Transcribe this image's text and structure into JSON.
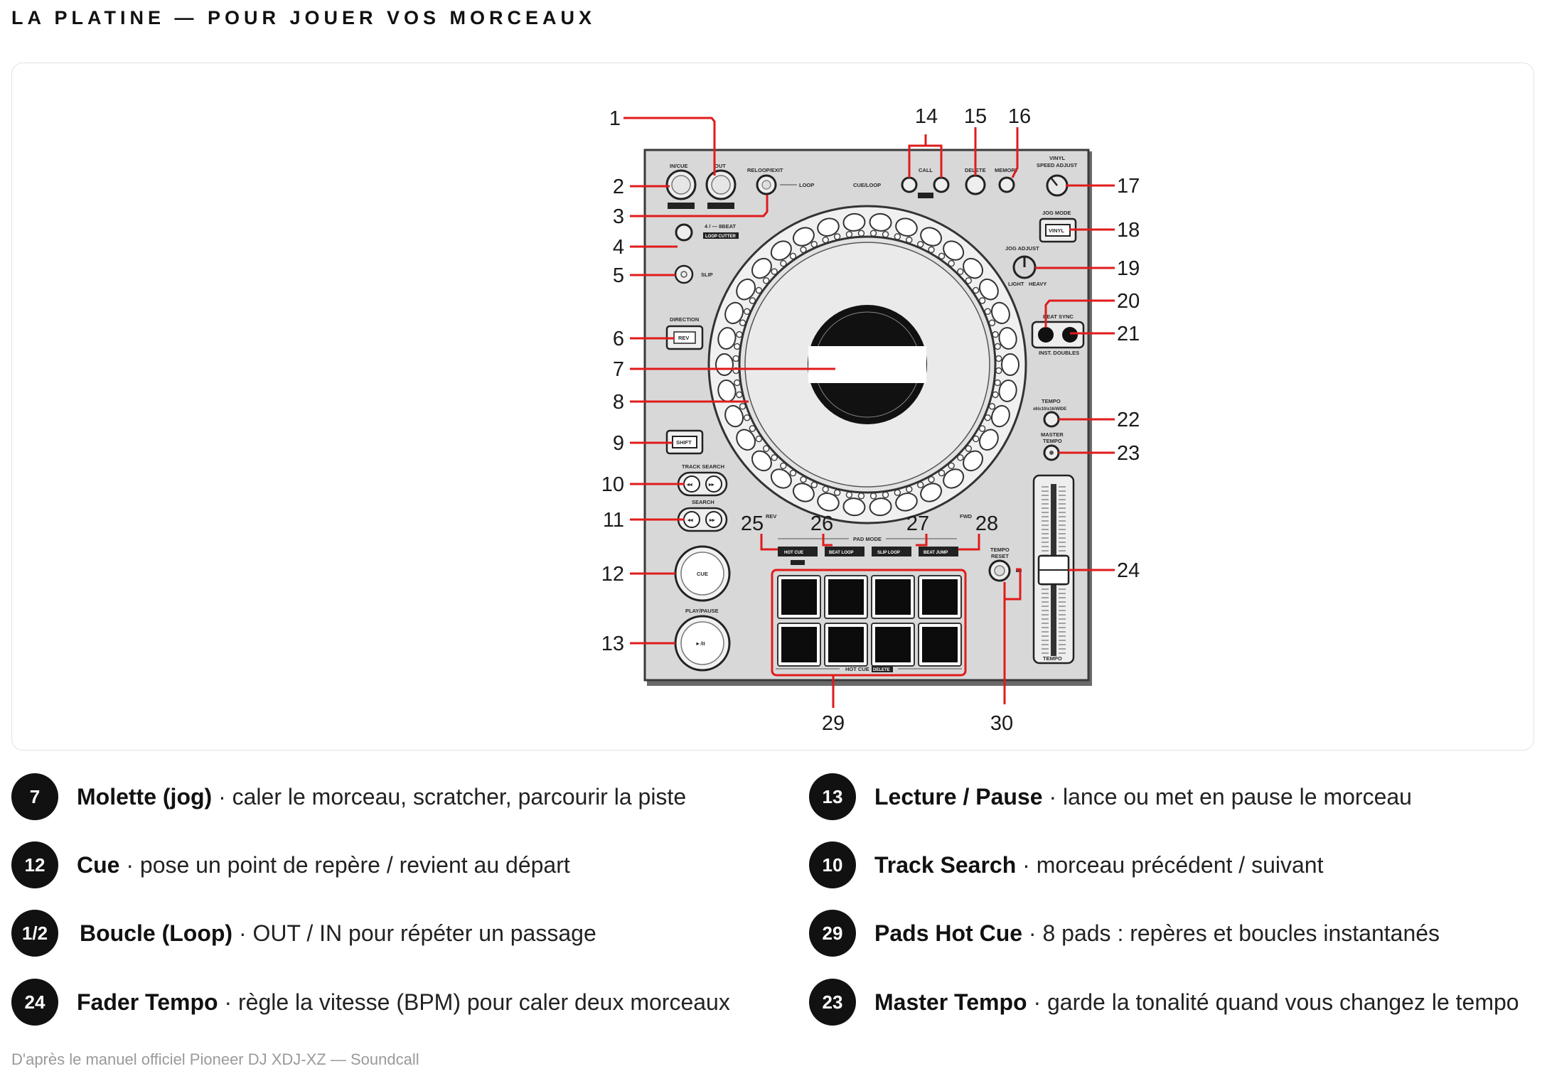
{
  "page": {
    "title": "LA PLATINE — POUR JOUER VOS MORCEAUX",
    "footer": "D'après le manuel officiel Pioneer DJ XDJ-XZ — Soundcall"
  },
  "colors": {
    "callout": "#e01b1b",
    "badge": "#111111",
    "panel": "#d9d9d9"
  },
  "diagram": {
    "callout_numbers": [
      "1",
      "2",
      "3",
      "4",
      "5",
      "6",
      "7",
      "8",
      "9",
      "10",
      "11",
      "12",
      "13",
      "14",
      "15",
      "16",
      "17",
      "18",
      "19",
      "20",
      "21",
      "22",
      "23",
      "24",
      "25",
      "26",
      "27",
      "28",
      "29",
      "30"
    ],
    "panel_labels": {
      "in_cue": "IN/CUE",
      "out": "OUT",
      "reloop": "RELOOP/EXIT",
      "loop": "LOOP",
      "cue_loop": "CUE/LOOP",
      "call": "CALL",
      "delete": "DELETE",
      "memory": "MEMORY",
      "vinyl_speed": "VINYL",
      "vinyl_speed2": "SPEED ADJUST",
      "jog_mode": "JOG MODE",
      "vinyl": "VINYL",
      "jog_adjust": "JOG ADJUST",
      "light": "LIGHT",
      "heavy": "HEAVY",
      "beat_sync": "BEAT SYNC",
      "inst_doubles": "INST. DOUBLES",
      "beat": "4 / — 8BEAT",
      "loop_cutter": "LOOP CUTTER",
      "slip": "SLIP",
      "direction": "DIRECTION",
      "rev": "REV",
      "shift": "SHIFT",
      "track_search": "TRACK SEARCH",
      "search": "SEARCH",
      "cue": "CUE",
      "play_pause": "PLAY/PAUSE",
      "play_symbol": "►/II",
      "pad_mode": "PAD MODE",
      "hot_cue": "HOT CUE",
      "beat_loop": "BEAT LOOP",
      "slip_loop": "SLIP LOOP",
      "beat_jump": "BEAT JUMP",
      "hot_cue_delete": "HOT CUE",
      "delete_tag": "DELETE",
      "tempo_range": "TEMPO",
      "tempo_range2": "±6/±10/±16/WIDE",
      "master_tempo": "MASTER",
      "master_tempo2": "TEMPO",
      "tempo_reset": "TEMPO",
      "tempo_reset2": "RESET",
      "tempo": "TEMPO",
      "fwd": "FWD",
      "rev_jog": "REV"
    }
  },
  "legend": [
    {
      "badge": "7",
      "title": "Molette (jog)",
      "desc": " · caler le morceau, scratcher, parcourir la piste"
    },
    {
      "badge": "13",
      "title": "Lecture / Pause",
      "desc": " · lance ou met en pause le morceau"
    },
    {
      "badge": "12",
      "title": "Cue",
      "desc": " · pose un point de repère / revient au départ"
    },
    {
      "badge": "10",
      "title": "Track Search",
      "desc": " · morceau précédent / suivant"
    },
    {
      "badge": "1/2",
      "title": "Boucle (Loop)",
      "desc": " · OUT / IN pour répéter un passage"
    },
    {
      "badge": "29",
      "title": "Pads Hot Cue",
      "desc": " · 8 pads : repères et boucles instantanés"
    },
    {
      "badge": "24",
      "title": "Fader Tempo",
      "desc": " · règle la vitesse (BPM) pour caler deux morceaux"
    },
    {
      "badge": "23",
      "title": "Master Tempo",
      "desc": " · garde la tonalité quand vous changez le tempo"
    }
  ]
}
